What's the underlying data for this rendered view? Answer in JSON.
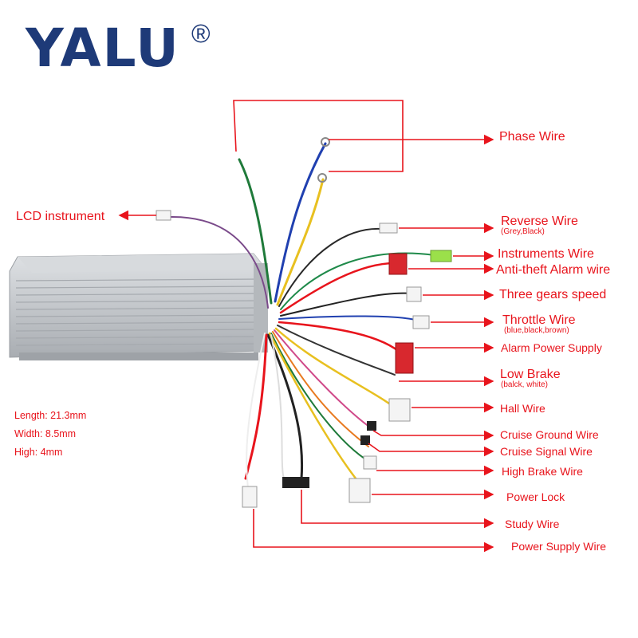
{
  "brand": {
    "name": "YALU",
    "registered": "®"
  },
  "labels": {
    "phase": "Phase Wire",
    "lcd": "LCD instrument",
    "reverse": "Reverse Wire",
    "reverse_sub": "(Grey,Black)",
    "instruments": "Instruments Wire",
    "antitheft": "Anti-theft Alarm wire",
    "three_gears": "Three gears speed",
    "throttle": "Throttle Wire",
    "throttle_sub": "(blue,black,brown)",
    "alarm_power": "Alarm Power Supply",
    "low_brake": "Low Brake",
    "low_brake_sub": "(balck, white)",
    "hall": "Hall Wire",
    "cruise_ground": "Cruise Ground Wire",
    "cruise_signal": "Cruise Signal Wire",
    "high_brake": "High Brake Wire",
    "power_lock": "Power Lock",
    "study": "Study Wire",
    "power_supply": "Power Supply Wire"
  },
  "specs": {
    "length": "Length: 21.3mm",
    "width": "Width: 8.5mm",
    "high": "High: 4mm"
  },
  "colors": {
    "label_red": "#e8141c",
    "brand_blue": "#1e3a78",
    "case_silver": "#c8ccd0"
  }
}
